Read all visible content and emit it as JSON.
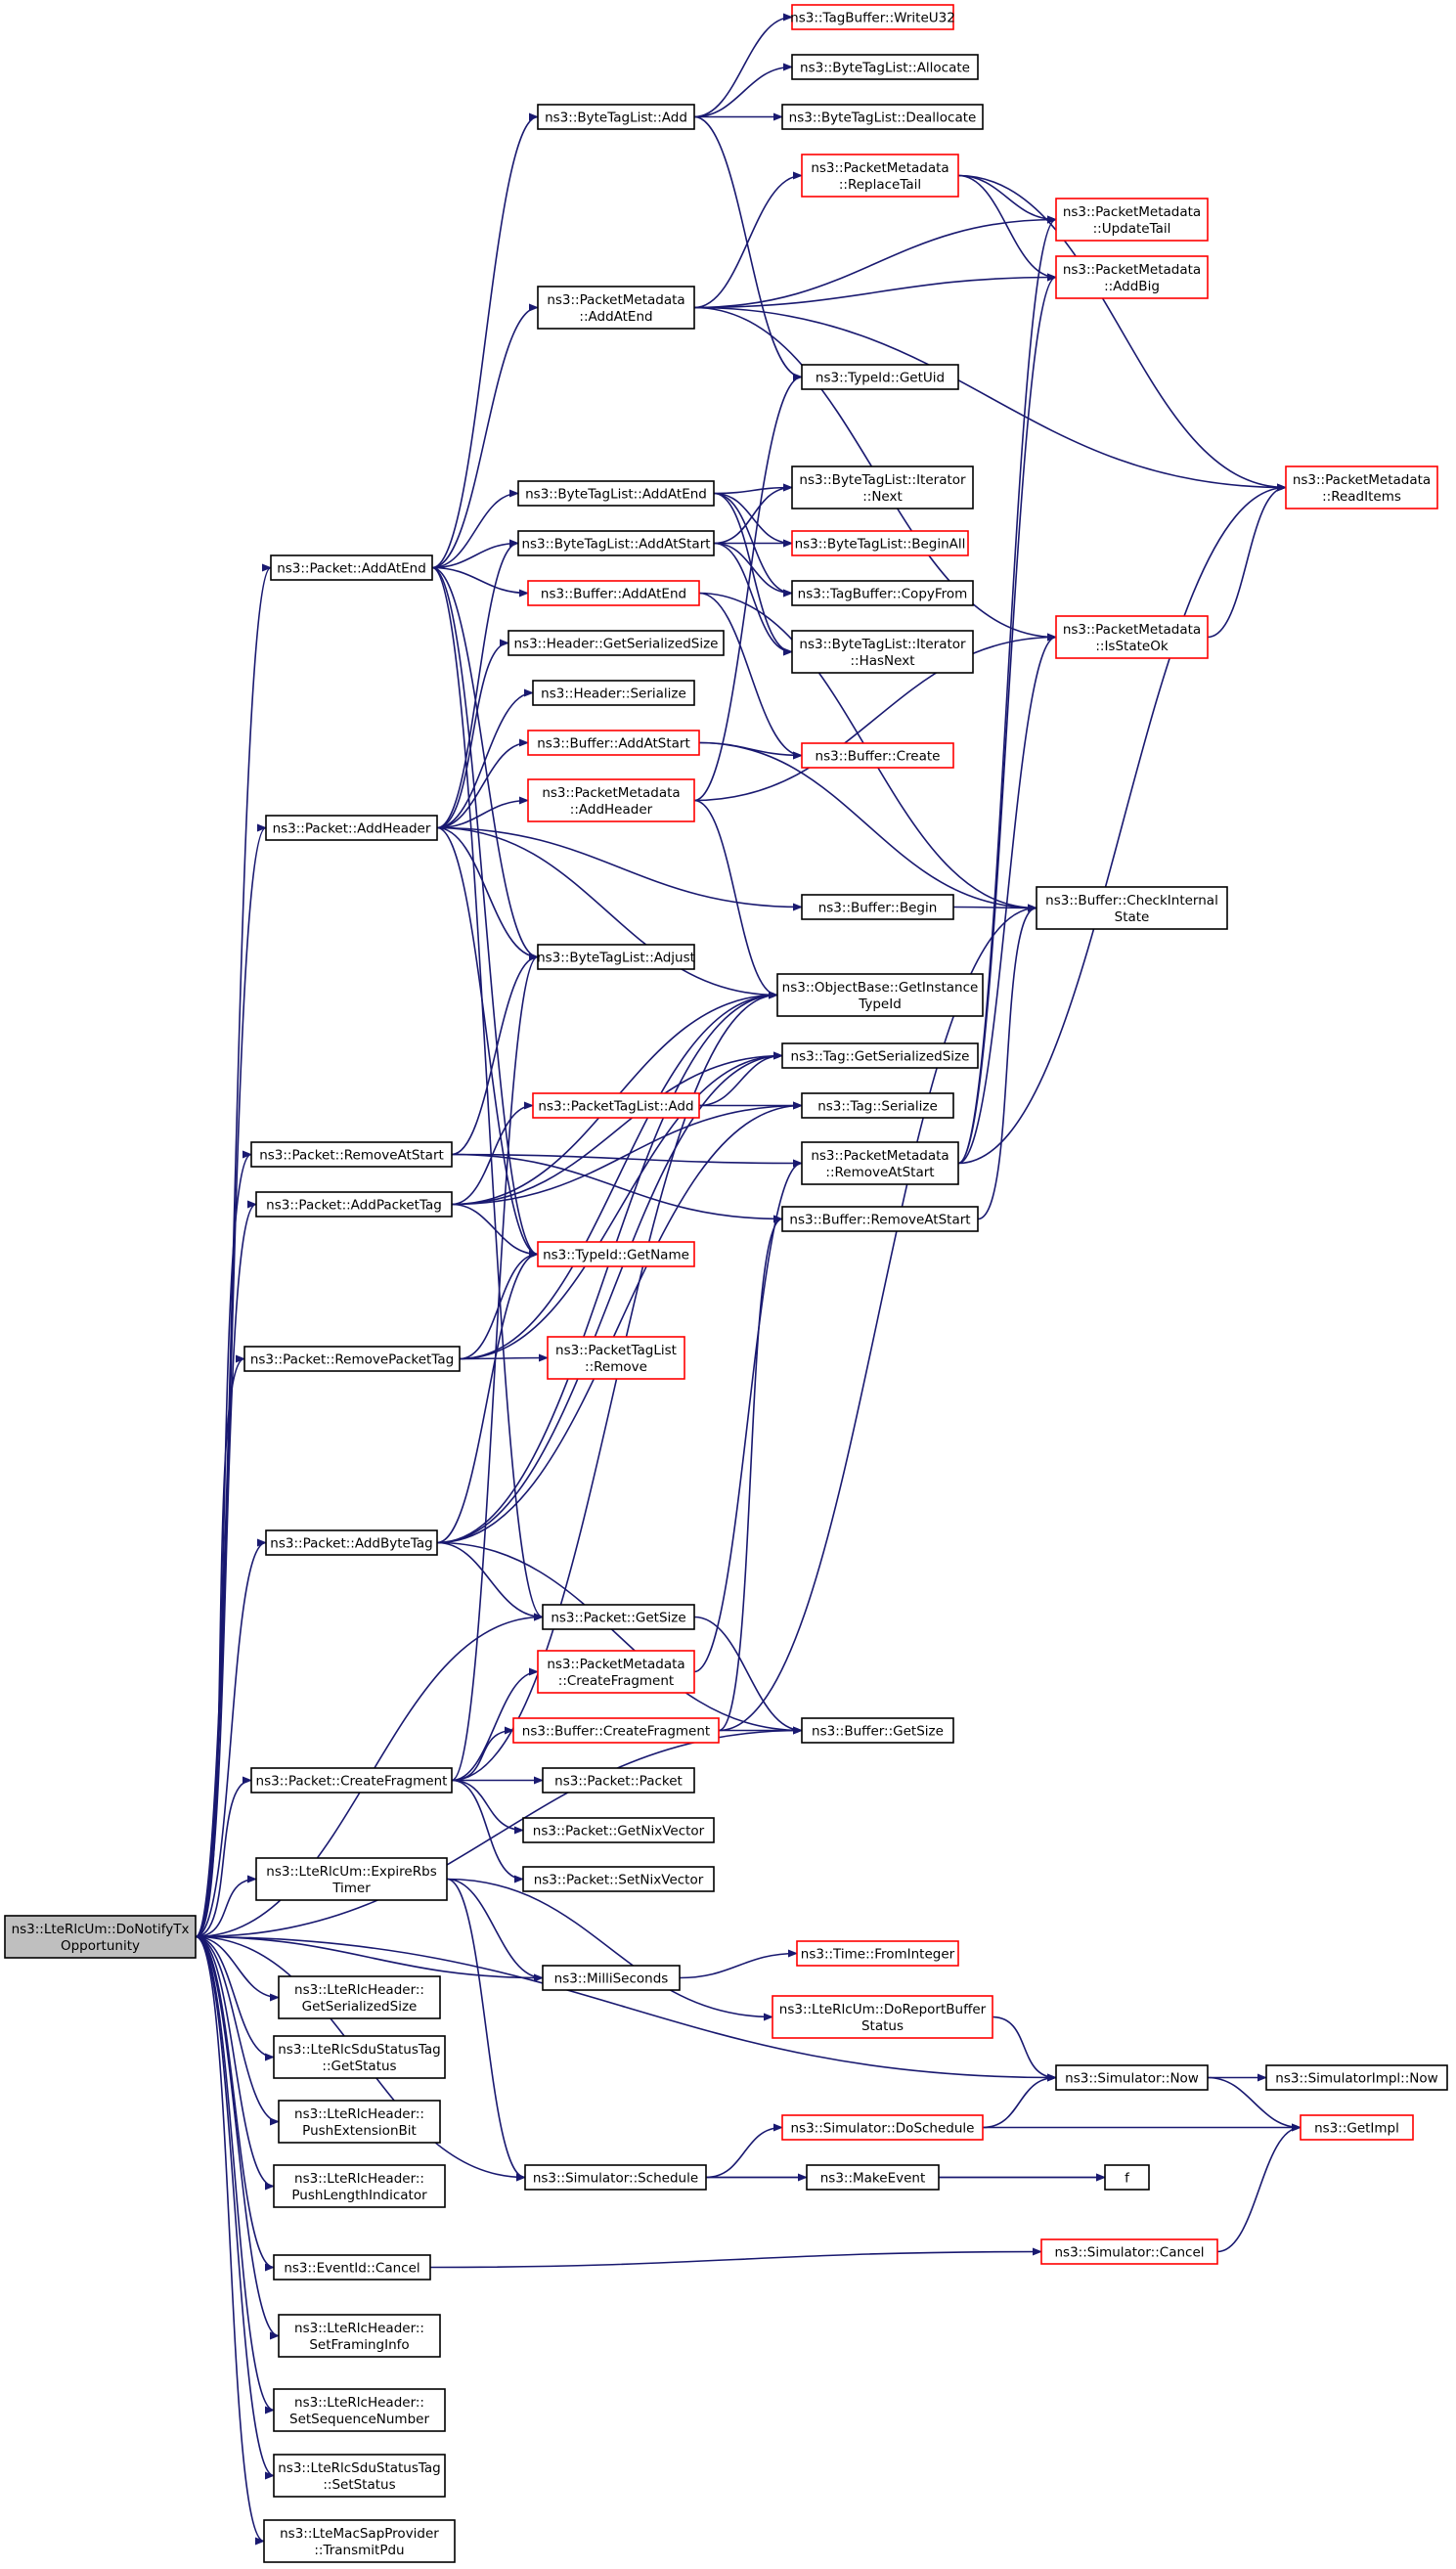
{
  "diagram": {
    "type": "call-graph",
    "edge_color": "#191970",
    "node_border_color": "#000000",
    "truncated_node_border_color": "#ff0000",
    "root_fill_color": "#bfbfbf",
    "nodes": [
      {
        "id": "root",
        "lines": [
          "ns3::LteRlcUm::DoNotifyTx",
          "Opportunity"
        ],
        "style": "root"
      },
      {
        "id": "tbw",
        "lines": [
          "ns3::TagBuffer::WriteU32"
        ],
        "style": "red"
      },
      {
        "id": "btla",
        "lines": [
          "ns3::ByteTagList::Add"
        ],
        "style": "normal"
      },
      {
        "id": "btlalloc",
        "lines": [
          "ns3::ByteTagList::Allocate"
        ],
        "style": "normal"
      },
      {
        "id": "btldealloc",
        "lines": [
          "ns3::ByteTagList::Deallocate"
        ],
        "style": "normal"
      },
      {
        "id": "pmrt",
        "lines": [
          "ns3::PacketMetadata",
          "::ReplaceTail"
        ],
        "style": "red"
      },
      {
        "id": "pmut",
        "lines": [
          "ns3::PacketMetadata",
          "::UpdateTail"
        ],
        "style": "red"
      },
      {
        "id": "pmab",
        "lines": [
          "ns3::PacketMetadata",
          "::AddBig"
        ],
        "style": "red"
      },
      {
        "id": "pmae",
        "lines": [
          "ns3::PacketMetadata",
          "::AddAtEnd"
        ],
        "style": "normal"
      },
      {
        "id": "tgu",
        "lines": [
          "ns3::TypeId::GetUid"
        ],
        "style": "normal"
      },
      {
        "id": "pmri",
        "lines": [
          "ns3::PacketMetadata",
          "::ReadItems"
        ],
        "style": "red"
      },
      {
        "id": "btlae",
        "lines": [
          "ns3::ByteTagList::AddAtEnd"
        ],
        "style": "normal"
      },
      {
        "id": "btlin",
        "lines": [
          "ns3::ByteTagList::Iterator",
          "::Next"
        ],
        "style": "normal"
      },
      {
        "id": "pae",
        "lines": [
          "ns3::Packet::AddAtEnd"
        ],
        "style": "normal"
      },
      {
        "id": "btlas",
        "lines": [
          "ns3::ByteTagList::AddAtStart"
        ],
        "style": "normal"
      },
      {
        "id": "btlba",
        "lines": [
          "ns3::ByteTagList::BeginAll"
        ],
        "style": "red"
      },
      {
        "id": "bae",
        "lines": [
          "ns3::Buffer::AddAtEnd"
        ],
        "style": "red"
      },
      {
        "id": "tbcf",
        "lines": [
          "ns3::TagBuffer::CopyFrom"
        ],
        "style": "normal"
      },
      {
        "id": "pmiso",
        "lines": [
          "ns3::PacketMetadata",
          "::IsStateOk"
        ],
        "style": "red"
      },
      {
        "id": "btlhn",
        "lines": [
          "ns3::ByteTagList::Iterator",
          "::HasNext"
        ],
        "style": "normal"
      },
      {
        "id": "hgss",
        "lines": [
          "ns3::Header::GetSerializedSize"
        ],
        "style": "normal"
      },
      {
        "id": "hser",
        "lines": [
          "ns3::Header::Serialize"
        ],
        "style": "normal"
      },
      {
        "id": "bas",
        "lines": [
          "ns3::Buffer::AddAtStart"
        ],
        "style": "red"
      },
      {
        "id": "bcreate",
        "lines": [
          "ns3::Buffer::Create"
        ],
        "style": "red"
      },
      {
        "id": "pmah",
        "lines": [
          "ns3::PacketMetadata",
          "::AddHeader"
        ],
        "style": "red"
      },
      {
        "id": "pah",
        "lines": [
          "ns3::Packet::AddHeader"
        ],
        "style": "normal"
      },
      {
        "id": "bbegin",
        "lines": [
          "ns3::Buffer::Begin"
        ],
        "style": "normal"
      },
      {
        "id": "bcis",
        "lines": [
          "ns3::Buffer::CheckInternal",
          "State"
        ],
        "style": "normal"
      },
      {
        "id": "btladj",
        "lines": [
          "ns3::ByteTagList::Adjust"
        ],
        "style": "normal"
      },
      {
        "id": "obgit",
        "lines": [
          "ns3::ObjectBase::GetInstance",
          "TypeId"
        ],
        "style": "normal"
      },
      {
        "id": "tgss",
        "lines": [
          "ns3::Tag::GetSerializedSize"
        ],
        "style": "normal"
      },
      {
        "id": "ptla",
        "lines": [
          "ns3::PacketTagList::Add"
        ],
        "style": "red"
      },
      {
        "id": "tser",
        "lines": [
          "ns3::Tag::Serialize"
        ],
        "style": "normal"
      },
      {
        "id": "pras",
        "lines": [
          "ns3::Packet::RemoveAtStart"
        ],
        "style": "normal"
      },
      {
        "id": "pmras",
        "lines": [
          "ns3::PacketMetadata",
          "::RemoveAtStart"
        ],
        "style": "normal"
      },
      {
        "id": "papt",
        "lines": [
          "ns3::Packet::AddPacketTag"
        ],
        "style": "normal"
      },
      {
        "id": "bras",
        "lines": [
          "ns3::Buffer::RemoveAtStart"
        ],
        "style": "normal"
      },
      {
        "id": "tgn",
        "lines": [
          "ns3::TypeId::GetName"
        ],
        "style": "red"
      },
      {
        "id": "prpt",
        "lines": [
          "ns3::Packet::RemovePacketTag"
        ],
        "style": "normal"
      },
      {
        "id": "ptlr",
        "lines": [
          "ns3::PacketTagList",
          "::Remove"
        ],
        "style": "red"
      },
      {
        "id": "pabt",
        "lines": [
          "ns3::Packet::AddByteTag"
        ],
        "style": "normal"
      },
      {
        "id": "pgs",
        "lines": [
          "ns3::Packet::GetSize"
        ],
        "style": "normal"
      },
      {
        "id": "pmcf",
        "lines": [
          "ns3::PacketMetadata",
          "::CreateFragment"
        ],
        "style": "red"
      },
      {
        "id": "bcf",
        "lines": [
          "ns3::Buffer::CreateFragment"
        ],
        "style": "red"
      },
      {
        "id": "bgs",
        "lines": [
          "ns3::Buffer::GetSize"
        ],
        "style": "normal"
      },
      {
        "id": "pcf",
        "lines": [
          "ns3::Packet::CreateFragment"
        ],
        "style": "normal"
      },
      {
        "id": "ppkt",
        "lines": [
          "ns3::Packet::Packet"
        ],
        "style": "normal"
      },
      {
        "id": "pgnv",
        "lines": [
          "ns3::Packet::GetNixVector"
        ],
        "style": "normal"
      },
      {
        "id": "psnv",
        "lines": [
          "ns3::Packet::SetNixVector"
        ],
        "style": "normal"
      },
      {
        "id": "erbt",
        "lines": [
          "ns3::LteRlcUm::ExpireRbs",
          "Timer"
        ],
        "style": "normal"
      },
      {
        "id": "ms",
        "lines": [
          "ns3::MilliSeconds"
        ],
        "style": "normal"
      },
      {
        "id": "tfi",
        "lines": [
          "ns3::Time::FromInteger"
        ],
        "style": "red"
      },
      {
        "id": "lhgss",
        "lines": [
          "ns3::LteRlcHeader::",
          "GetSerializedSize"
        ],
        "style": "normal"
      },
      {
        "id": "drbs",
        "lines": [
          "ns3::LteRlcUm::DoReportBuffer",
          "Status"
        ],
        "style": "red"
      },
      {
        "id": "sstgs",
        "lines": [
          "ns3::LteRlcSduStatusTag",
          "::GetStatus"
        ],
        "style": "normal"
      },
      {
        "id": "snow",
        "lines": [
          "ns3::Simulator::Now"
        ],
        "style": "normal"
      },
      {
        "id": "sinow",
        "lines": [
          "ns3::SimulatorImpl::Now"
        ],
        "style": "normal"
      },
      {
        "id": "lhpeb",
        "lines": [
          "ns3::LteRlcHeader::",
          "PushExtensionBit"
        ],
        "style": "normal"
      },
      {
        "id": "sds",
        "lines": [
          "ns3::Simulator::DoSchedule"
        ],
        "style": "red"
      },
      {
        "id": "getimpl",
        "lines": [
          "ns3::GetImpl"
        ],
        "style": "red"
      },
      {
        "id": "lhpli",
        "lines": [
          "ns3::LteRlcHeader::",
          "PushLengthIndicator"
        ],
        "style": "normal"
      },
      {
        "id": "ssched",
        "lines": [
          "ns3::Simulator::Schedule"
        ],
        "style": "normal"
      },
      {
        "id": "mkev",
        "lines": [
          "ns3::MakeEvent"
        ],
        "style": "normal"
      },
      {
        "id": "f",
        "lines": [
          "f"
        ],
        "style": "normal"
      },
      {
        "id": "scancel",
        "lines": [
          "ns3::Simulator::Cancel"
        ],
        "style": "red"
      },
      {
        "id": "eic",
        "lines": [
          "ns3::EventId::Cancel"
        ],
        "style": "normal"
      },
      {
        "id": "lhsfi",
        "lines": [
          "ns3::LteRlcHeader::",
          "SetFramingInfo"
        ],
        "style": "normal"
      },
      {
        "id": "lhssn",
        "lines": [
          "ns3::LteRlcHeader::",
          "SetSequenceNumber"
        ],
        "style": "normal"
      },
      {
        "id": "sstss",
        "lines": [
          "ns3::LteRlcSduStatusTag",
          "::SetStatus"
        ],
        "style": "normal"
      },
      {
        "id": "msptp",
        "lines": [
          "ns3::LteMacSapProvider",
          "::TransmitPdu"
        ],
        "style": "normal"
      }
    ],
    "edges": [
      [
        "root",
        "pae"
      ],
      [
        "root",
        "pah"
      ],
      [
        "root",
        "pras"
      ],
      [
        "root",
        "papt"
      ],
      [
        "root",
        "prpt"
      ],
      [
        "root",
        "pabt"
      ],
      [
        "root",
        "pgs"
      ],
      [
        "root",
        "pcf"
      ],
      [
        "root",
        "bgs"
      ],
      [
        "root",
        "erbt"
      ],
      [
        "root",
        "ms"
      ],
      [
        "root",
        "lhgss"
      ],
      [
        "root",
        "sstgs"
      ],
      [
        "root",
        "lhpeb"
      ],
      [
        "root",
        "lhpli"
      ],
      [
        "root",
        "ssched"
      ],
      [
        "root",
        "eic"
      ],
      [
        "root",
        "lhsfi"
      ],
      [
        "root",
        "lhssn"
      ],
      [
        "root",
        "sstss"
      ],
      [
        "root",
        "msptp"
      ],
      [
        "root",
        "snow"
      ],
      [
        "btla",
        "tbw"
      ],
      [
        "btla",
        "btlalloc"
      ],
      [
        "btla",
        "btldealloc"
      ],
      [
        "btla",
        "tgu"
      ],
      [
        "pmrt",
        "pmut"
      ],
      [
        "pmrt",
        "pmab"
      ],
      [
        "pmrt",
        "pmri"
      ],
      [
        "pmae",
        "pmrt"
      ],
      [
        "pmae",
        "pmut"
      ],
      [
        "pmae",
        "pmab"
      ],
      [
        "pmae",
        "pmri"
      ],
      [
        "pmae",
        "pmiso"
      ],
      [
        "pae",
        "btla"
      ],
      [
        "pae",
        "pmae"
      ],
      [
        "pae",
        "btlae"
      ],
      [
        "pae",
        "btlas"
      ],
      [
        "pae",
        "bae"
      ],
      [
        "pae",
        "btladj"
      ],
      [
        "pae",
        "tgn"
      ],
      [
        "pae",
        "pgs"
      ],
      [
        "btlae",
        "btlin"
      ],
      [
        "btlae",
        "btlba"
      ],
      [
        "btlae",
        "tbcf"
      ],
      [
        "btlae",
        "btlhn"
      ],
      [
        "btlas",
        "btlin"
      ],
      [
        "btlas",
        "btlba"
      ],
      [
        "btlas",
        "tbcf"
      ],
      [
        "btlas",
        "btlhn"
      ],
      [
        "bae",
        "bcreate"
      ],
      [
        "bae",
        "bcis"
      ],
      [
        "pmiso",
        "pmri"
      ],
      [
        "pah",
        "btlas"
      ],
      [
        "pah",
        "hgss"
      ],
      [
        "pah",
        "hser"
      ],
      [
        "pah",
        "bas"
      ],
      [
        "pah",
        "pmah"
      ],
      [
        "pah",
        "bbegin"
      ],
      [
        "pah",
        "btladj"
      ],
      [
        "pah",
        "obgit"
      ],
      [
        "pah",
        "tgn"
      ],
      [
        "bas",
        "bcreate"
      ],
      [
        "bas",
        "bcis"
      ],
      [
        "pmah",
        "tgu"
      ],
      [
        "pmah",
        "pmiso"
      ],
      [
        "pmah",
        "obgit"
      ],
      [
        "bbegin",
        "bcis"
      ],
      [
        "ptla",
        "tgss"
      ],
      [
        "ptla",
        "tser"
      ],
      [
        "pras",
        "btladj"
      ],
      [
        "pras",
        "pmras"
      ],
      [
        "pras",
        "bras"
      ],
      [
        "pmras",
        "pmut"
      ],
      [
        "pmras",
        "pmab"
      ],
      [
        "pmras",
        "pmri"
      ],
      [
        "pmras",
        "pmiso"
      ],
      [
        "papt",
        "ptla"
      ],
      [
        "papt",
        "tgn"
      ],
      [
        "papt",
        "obgit"
      ],
      [
        "papt",
        "tgss"
      ],
      [
        "papt",
        "tser"
      ],
      [
        "bras",
        "bcis"
      ],
      [
        "prpt",
        "ptlr"
      ],
      [
        "prpt",
        "tgn"
      ],
      [
        "prpt",
        "obgit"
      ],
      [
        "prpt",
        "tgss"
      ],
      [
        "pabt",
        "tgn"
      ],
      [
        "pabt",
        "obgit"
      ],
      [
        "pabt",
        "tgss"
      ],
      [
        "pabt",
        "pgs"
      ],
      [
        "pabt",
        "bgs"
      ],
      [
        "pabt",
        "tser"
      ],
      [
        "pgs",
        "bgs"
      ],
      [
        "pmcf",
        "pmras"
      ],
      [
        "bcf",
        "bgs"
      ],
      [
        "bcf",
        "bras"
      ],
      [
        "bcf",
        "bcis"
      ],
      [
        "pcf",
        "pmcf"
      ],
      [
        "pcf",
        "bcf"
      ],
      [
        "pcf",
        "ppkt"
      ],
      [
        "pcf",
        "pgnv"
      ],
      [
        "pcf",
        "psnv"
      ],
      [
        "pcf",
        "btladj"
      ],
      [
        "pcf",
        "obgit"
      ],
      [
        "erbt",
        "ms"
      ],
      [
        "erbt",
        "drbs"
      ],
      [
        "erbt",
        "ssched"
      ],
      [
        "ms",
        "tfi"
      ],
      [
        "drbs",
        "snow"
      ],
      [
        "snow",
        "sinow"
      ],
      [
        "snow",
        "getimpl"
      ],
      [
        "sds",
        "snow"
      ],
      [
        "sds",
        "getimpl"
      ],
      [
        "ssched",
        "sds"
      ],
      [
        "ssched",
        "mkev"
      ],
      [
        "ssched",
        "f"
      ],
      [
        "mkev",
        "f"
      ],
      [
        "scancel",
        "getimpl"
      ],
      [
        "eic",
        "scancel"
      ]
    ]
  }
}
